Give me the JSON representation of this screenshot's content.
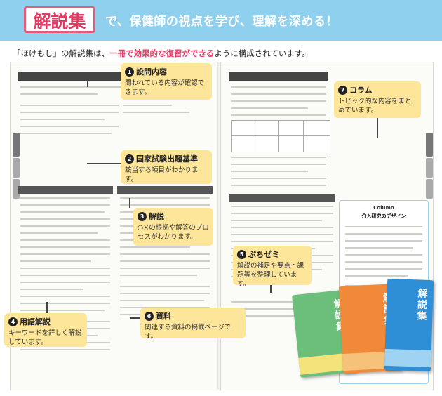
{
  "banner": {
    "tag": "解説集",
    "headline": "で、保健師の視点を学び、理解を深める！"
  },
  "lead": {
    "part1": "「ほけもし」の解説集は、",
    "highlight": "一冊で効果的な復習ができる",
    "part2": "ように構成されています。"
  },
  "callouts": [
    {
      "num": "1",
      "title": "設問内容",
      "body": "問われている内容が確認できます。"
    },
    {
      "num": "2",
      "title": "国家試験出題基準",
      "body": "該当する項目がわかります。"
    },
    {
      "num": "3",
      "title": "解説",
      "body": "○×の根拠や解答のプロセスがわかります。"
    },
    {
      "num": "4",
      "title": "用語解説",
      "body": "キーワードを詳しく解説しています。"
    },
    {
      "num": "5",
      "title": "ぷちゼミ",
      "body": "解説の補足や要点・課題等を整理しています。"
    },
    {
      "num": "6",
      "title": "資料",
      "body": "関連する資料の掲載ページです。"
    },
    {
      "num": "7",
      "title": "コラム",
      "body": "トピック的な内容をまとめています。"
    }
  ],
  "column": {
    "head": "Column",
    "title": "介入研究のデザイン"
  },
  "covers": {
    "title": "解説集"
  },
  "colors": {
    "banner": "#8fd0ee",
    "accent": "#e23a63",
    "callout": "#fde59a"
  }
}
